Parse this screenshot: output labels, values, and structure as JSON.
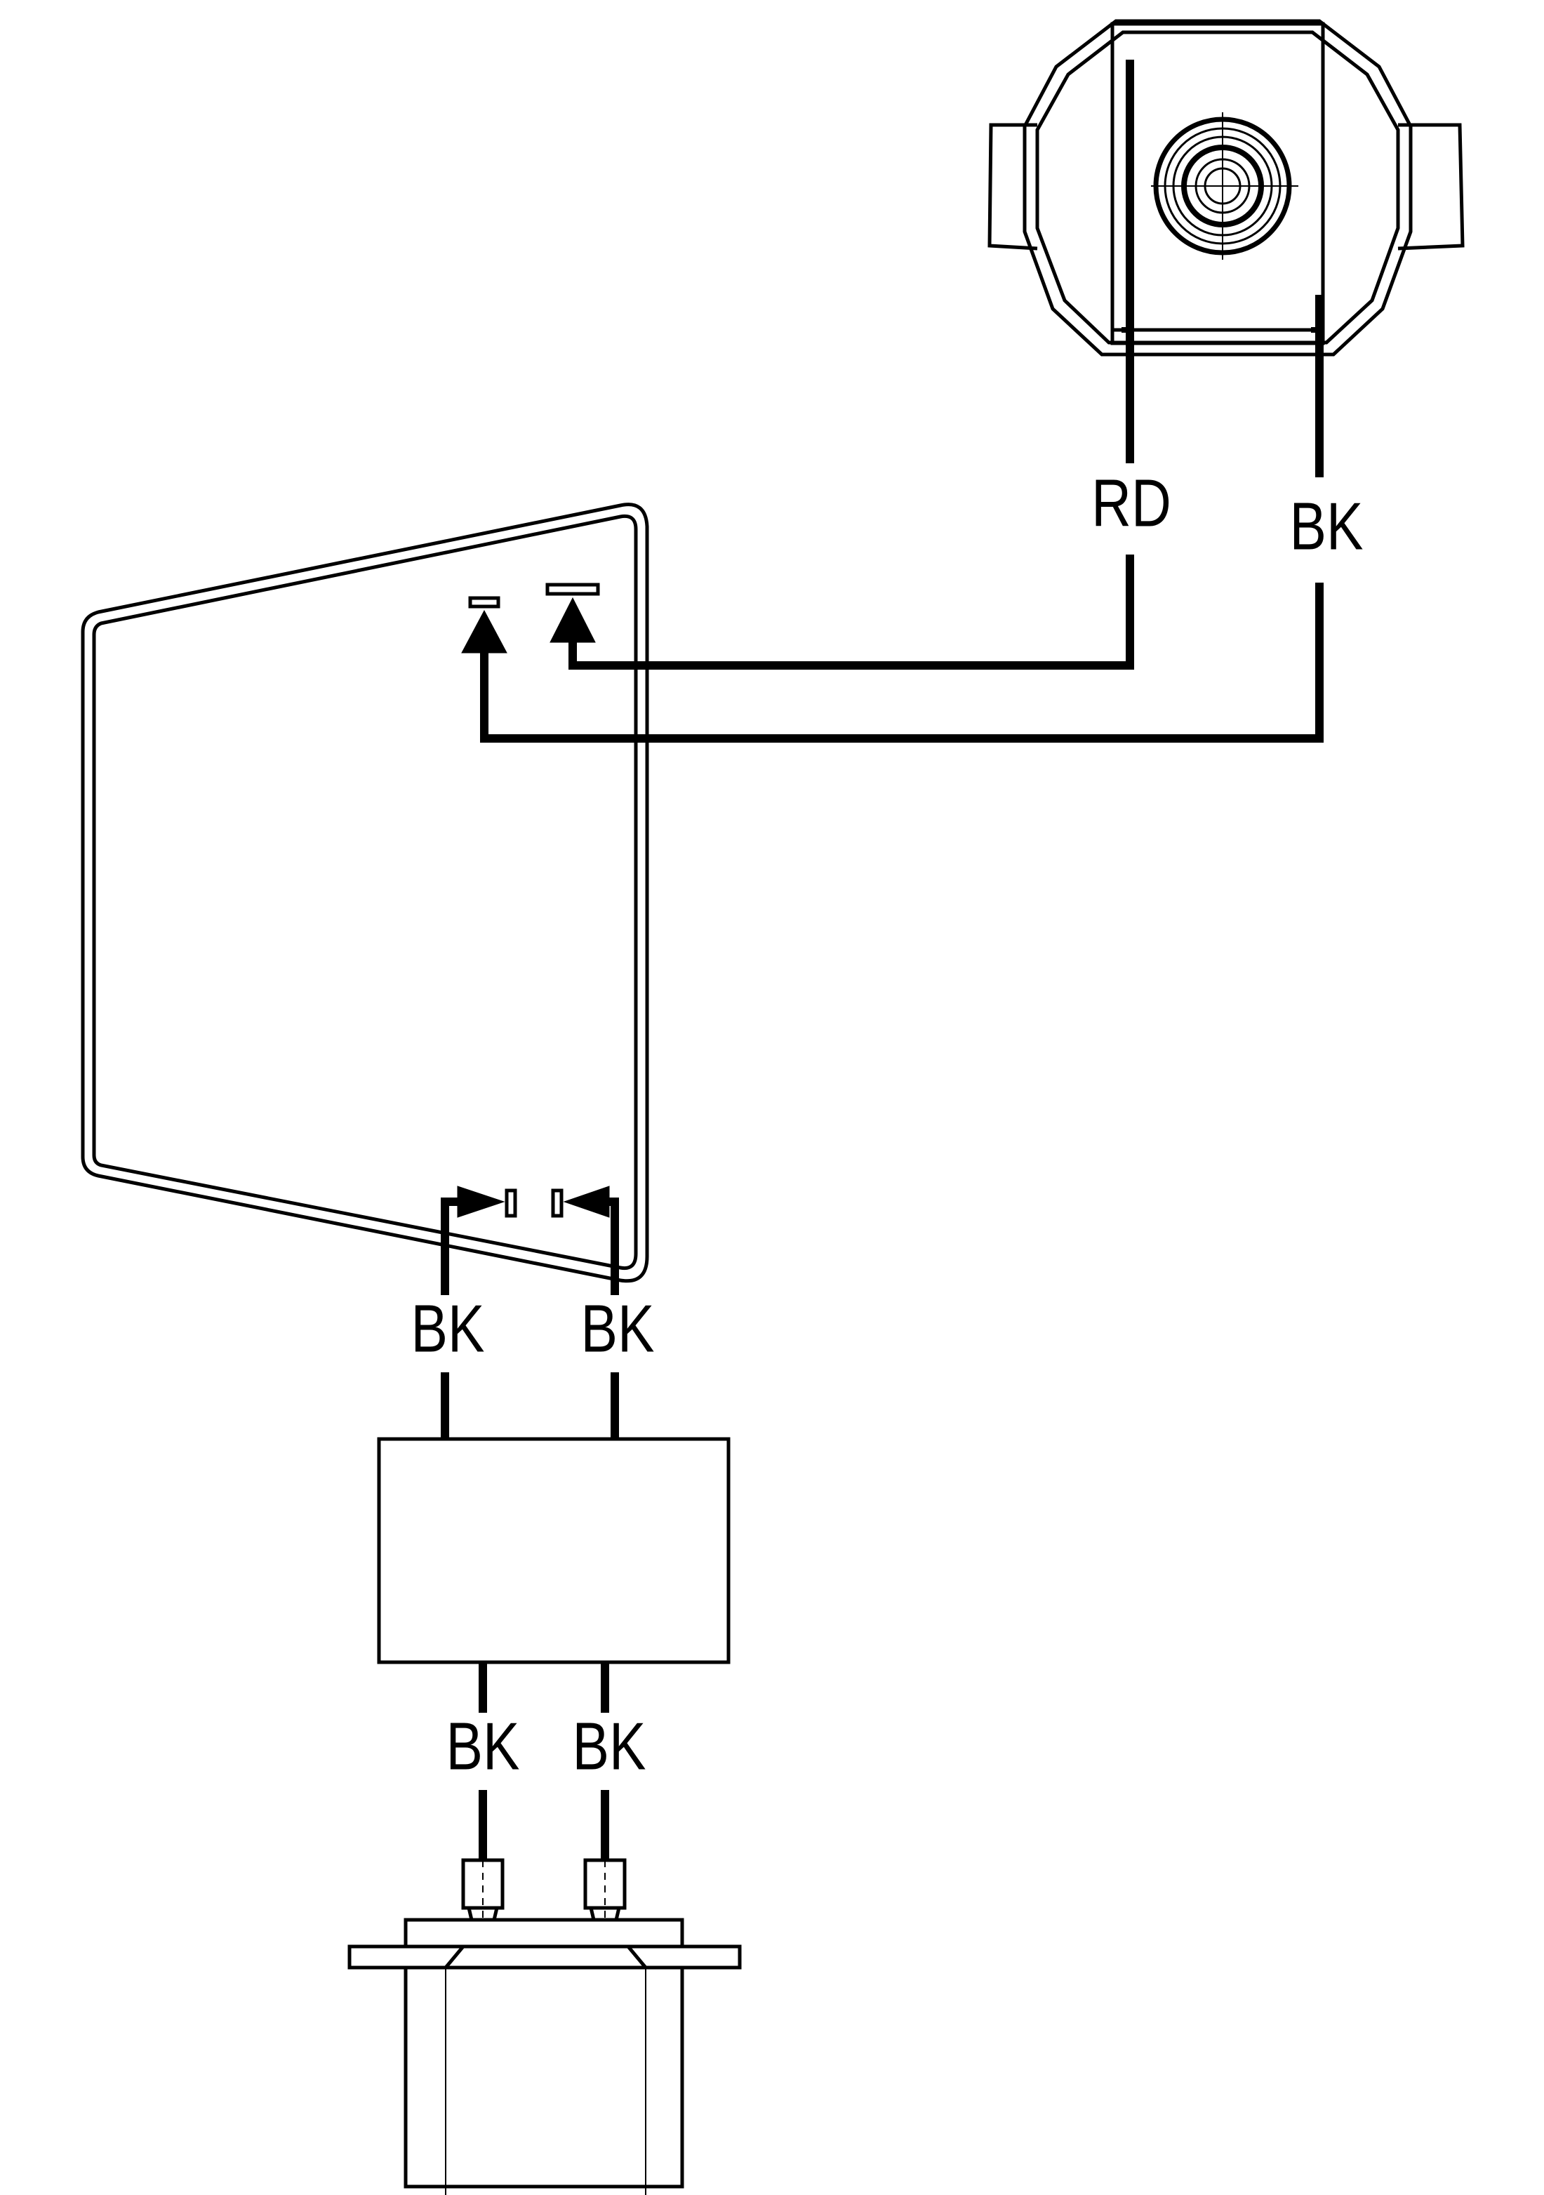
{
  "labels": {
    "wire_rd": "RD",
    "wire_bk_top": "BK",
    "wire_bk_mid_left": "BK",
    "wire_bk_mid_right": "BK",
    "wire_bk_low_left": "BK",
    "wire_bk_low_right": "BK"
  },
  "colors": {
    "line": "#000000",
    "background": "#ffffff"
  }
}
